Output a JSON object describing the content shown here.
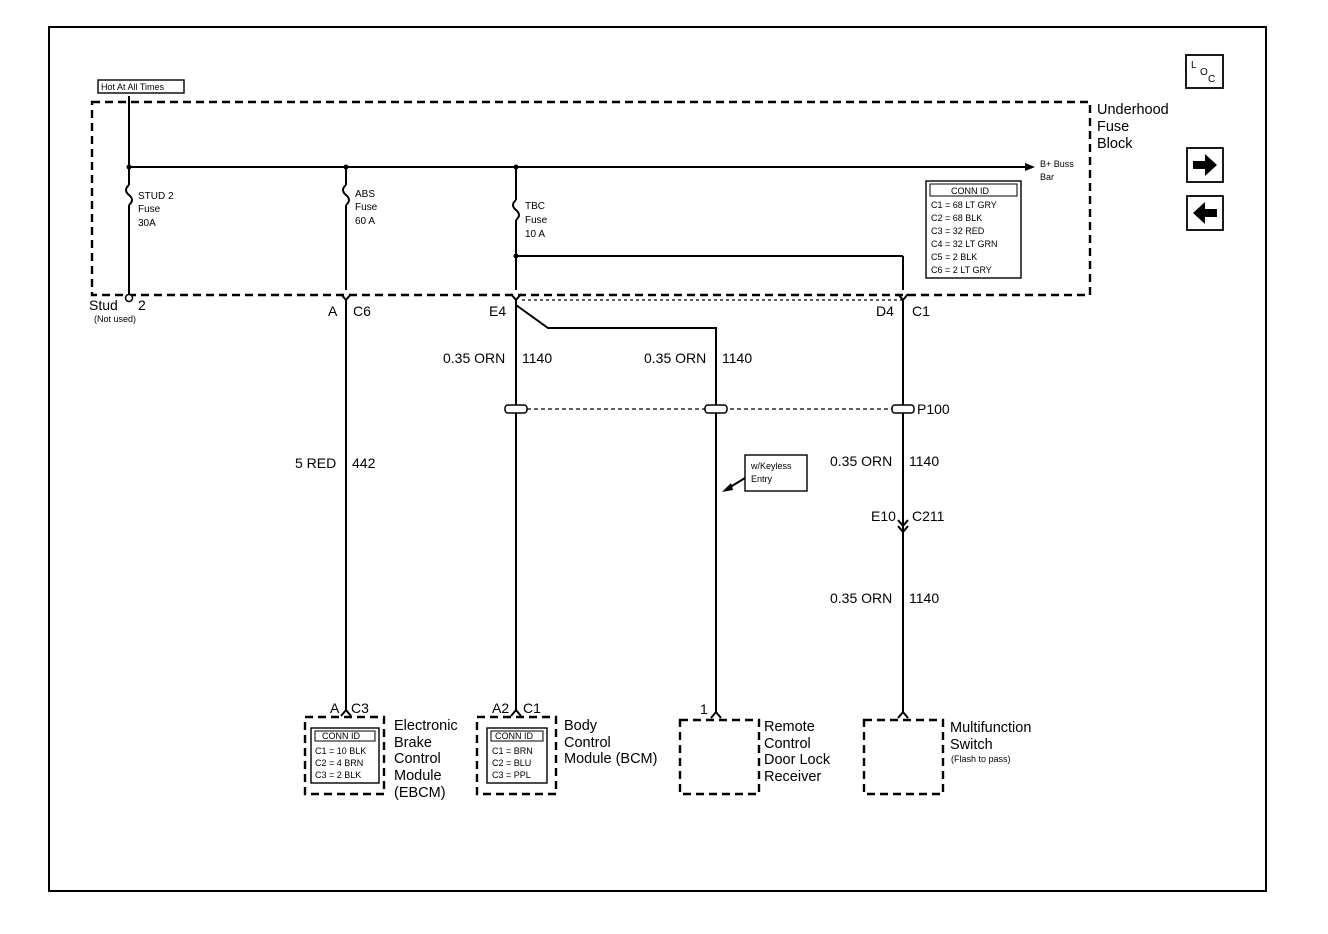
{
  "hot_label": "Hot At All Times",
  "fuse_block": {
    "title_lines": [
      "Underhood",
      "Fuse",
      "Block"
    ]
  },
  "bus_label": [
    "B+ Buss",
    "Bar"
  ],
  "fuses": [
    {
      "lines": [
        "STUD 2",
        "Fuse",
        "30A"
      ]
    },
    {
      "lines": [
        "ABS",
        "Fuse",
        "60 A"
      ]
    },
    {
      "lines": [
        "TBC",
        "Fuse",
        "10 A"
      ]
    }
  ],
  "fuse_conn_id": {
    "header": "CONN ID",
    "rows": [
      "C1 = 68 LT GRY",
      "C2 = 68 BLK",
      "C3 = 32 RED",
      "C4 = 32 LT GRN",
      "C5 = 2 BLK",
      "C6 = 2 LT GRY"
    ]
  },
  "stud": {
    "label": "Stud",
    "num": "2",
    "note": "(Not used)"
  },
  "connectors": {
    "abs_top": {
      "pin": "A",
      "conn": "C6"
    },
    "tbc_top": {
      "pin": "E4"
    },
    "c1_top": {
      "pin": "D4",
      "conn": "C1"
    },
    "p100": "P100",
    "c211": {
      "pin": "E10",
      "conn": "C211"
    },
    "ebcm": {
      "pin": "A",
      "conn": "C3"
    },
    "bcm": {
      "pin": "A2",
      "conn": "C1"
    },
    "rcdlr": {
      "pin": "1"
    }
  },
  "wires": [
    {
      "gauge": "5 RED",
      "circuit": "442"
    },
    {
      "gauge": "0.35 ORN",
      "circuit": "1140"
    },
    {
      "gauge": "0.35 ORN",
      "circuit": "1140"
    },
    {
      "gauge": "0.35 ORN",
      "circuit": "1140"
    },
    {
      "gauge": "0.35 ORN",
      "circuit": "1140"
    }
  ],
  "keyless_note": [
    "w/Keyless",
    "Entry"
  ],
  "components": {
    "ebcm": {
      "name_lines": [
        "Electronic",
        "Brake",
        "Control",
        "Module",
        "(EBCM)"
      ],
      "conn_header": "CONN ID",
      "conn_rows": [
        "C1 = 10 BLK",
        "C2 = 4 BRN",
        "C3 = 2 BLK"
      ]
    },
    "bcm": {
      "name_lines": [
        "Body",
        "Control",
        "Module (BCM)"
      ],
      "conn_header": "CONN ID",
      "conn_rows": [
        "C1 = BRN",
        "C2 = BLU",
        "C3 = PPL"
      ]
    },
    "rcdlr": {
      "name_lines": [
        "Remote",
        "Control",
        "Door Lock",
        "Receiver"
      ]
    },
    "mfs": {
      "name_lines": [
        "Multifunction",
        "Switch"
      ],
      "note": "(Flash to pass)"
    }
  },
  "nav": {
    "loc_letters": [
      "L",
      "O",
      "C"
    ],
    "next_icon": "arrow-right-icon",
    "prev_icon": "arrow-left-icon"
  }
}
